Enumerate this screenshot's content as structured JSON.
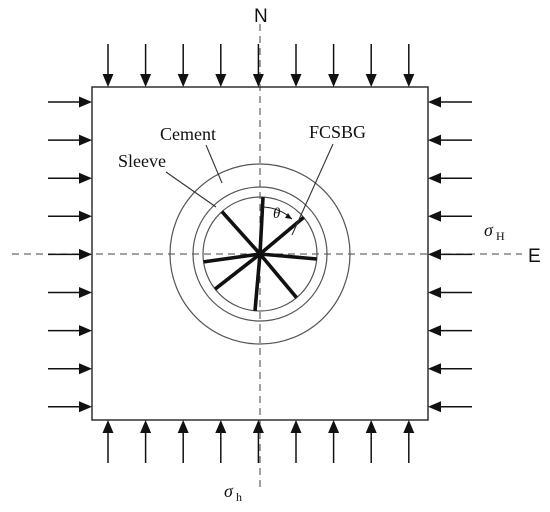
{
  "labels": {
    "north": "N",
    "east": "E",
    "cement": "Cement",
    "sleeve": "Sleeve",
    "fcsbg": "FCSBG",
    "theta": "θ",
    "sigma_H": "σ",
    "sigma_H_sub": "H",
    "sigma_h": "σ",
    "sigma_h_sub": "h"
  },
  "loads": {
    "top_arrow_count": 9,
    "bottom_arrow_count": 9,
    "left_arrow_count": 9,
    "right_arrow_count": 9
  },
  "gauge_count": 8
}
